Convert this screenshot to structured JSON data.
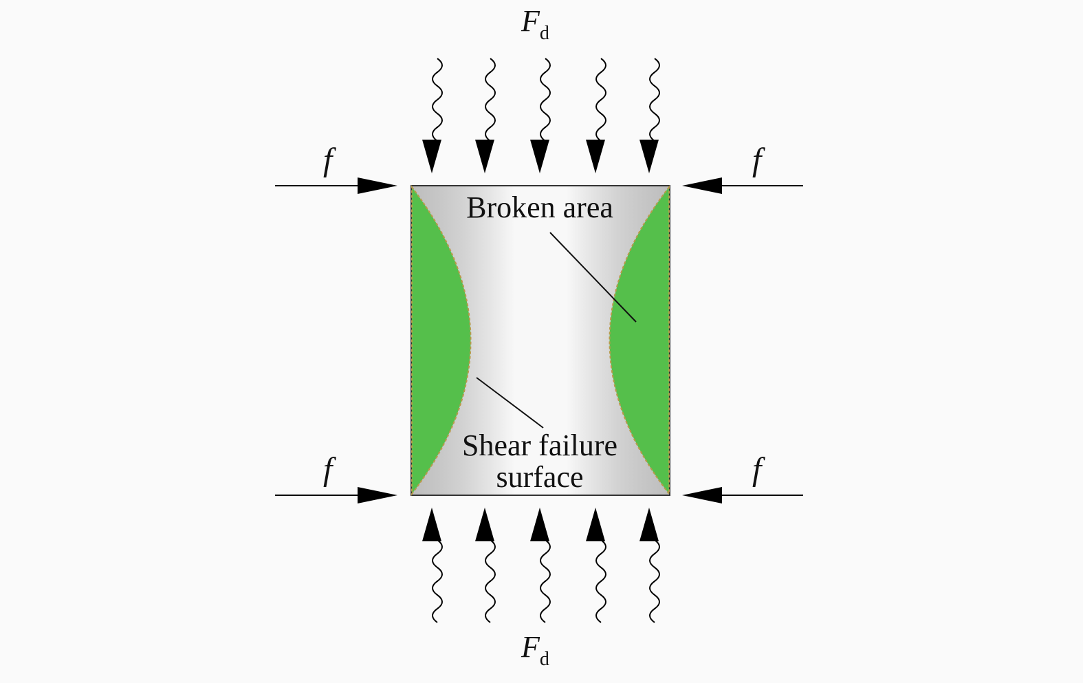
{
  "labels": {
    "top_force": "F",
    "top_force_sub": "d",
    "bottom_force": "F",
    "bottom_force_sub": "d",
    "friction_top_left": "f",
    "friction_top_right": "f",
    "friction_bottom_left": "f",
    "friction_bottom_right": "f",
    "broken_area": "Broken area",
    "shear_line1": "Shear failure",
    "shear_line2": "surface"
  },
  "colors": {
    "broken_area_fill": "#55bf4b",
    "specimen_edge": "#bdbdbd",
    "specimen_center": "#f8f8f8",
    "arrow": "#000000"
  }
}
